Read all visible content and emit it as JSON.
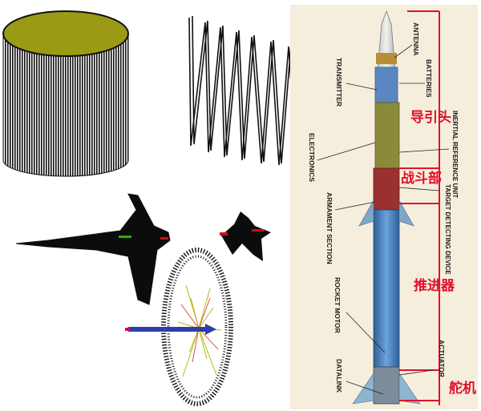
{
  "labels": {
    "antenna": "ANTENNA",
    "batteries": "BATTERIES",
    "transmitter": "TRANSMITTER",
    "inertial_reference_unit": "INERTIAL REFERENCE UNIT",
    "electronics": "ELECTRONICS",
    "target_detecting_device": "TARGET DETECTING DEVICE",
    "armament_section": "ARMAMENT SECTION",
    "rocket_motor": "ROCKET MOTOR",
    "actuator": "ACTUATOR",
    "datalink": "DATALINK"
  },
  "chinese_labels": {
    "guidance": "导引头",
    "warhead": "战斗部",
    "propulsion": "推进器",
    "control": "舵机"
  },
  "colors": {
    "red_annotation": "#e0102a",
    "missile_body": "#4a86c8",
    "guidance_section": "#8a8a3a",
    "warhead_section": "#9a3030",
    "cylinder_top": "#9a9a14"
  }
}
